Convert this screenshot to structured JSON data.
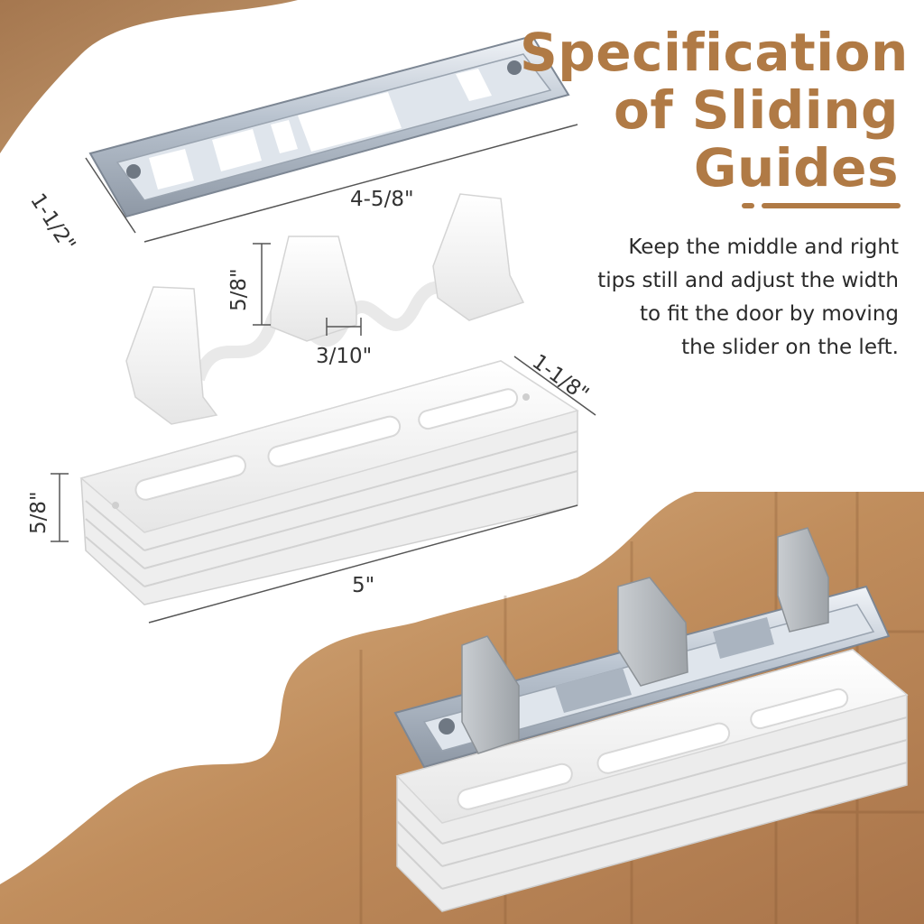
{
  "heading": {
    "line1": "Specification",
    "line2": "of Sliding",
    "line3": "Guides"
  },
  "description": {
    "line1": "Keep the middle and right",
    "line2": "tips still and adjust the width",
    "line3": "to fit the door by moving",
    "line4": "the slider on the left."
  },
  "dimensions": {
    "plate_width": "1-1/2\"",
    "plate_length": "4-5/8\"",
    "tip_height": "5/8\"",
    "tip_width": "3/10\"",
    "base_width": "1-1/8\"",
    "base_height": "5/8\"",
    "base_length": "5\""
  },
  "colors": {
    "accent": "#b07a45",
    "background_wood": "#c89a6a",
    "text": "#2a2a2a"
  }
}
